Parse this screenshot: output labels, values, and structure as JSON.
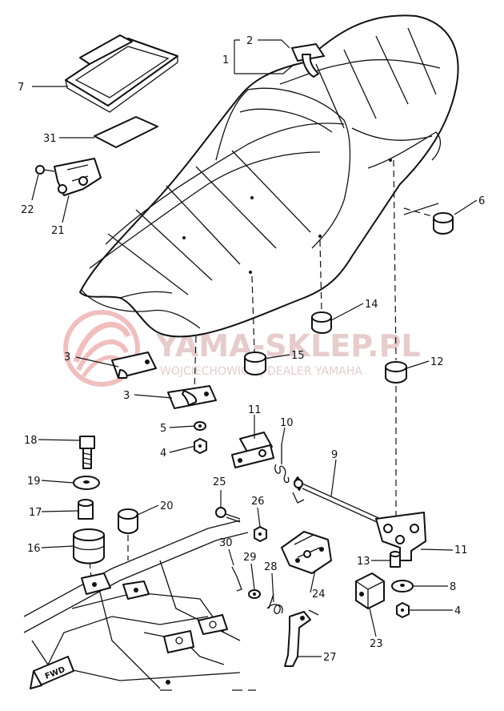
{
  "diagram": {
    "callouts": {
      "p1": "1",
      "p2": "2",
      "p3a": "3",
      "p3b": "3",
      "p4a": "4",
      "p4b": "4",
      "p5": "5",
      "p6": "6",
      "p7": "7",
      "p8": "8",
      "p9": "9",
      "p10": "10",
      "p11a": "11",
      "p11b": "11",
      "p12": "12",
      "p13": "13",
      "p14": "14",
      "p15": "15",
      "p16": "16",
      "p17": "17",
      "p18": "18",
      "p19": "19",
      "p20": "20",
      "p21": "21",
      "p22": "22",
      "p23": "23",
      "p24": "24",
      "p25": "25",
      "p26": "26",
      "p27": "27",
      "p28": "28",
      "p29": "29",
      "p30": "30",
      "p31": "31"
    },
    "arrow_label": "FWD",
    "watermark": {
      "title": "YAMA-SKLEP.PL",
      "subtitle": "WOJCIECHOWICZ | DEALER YAMAHA"
    }
  }
}
